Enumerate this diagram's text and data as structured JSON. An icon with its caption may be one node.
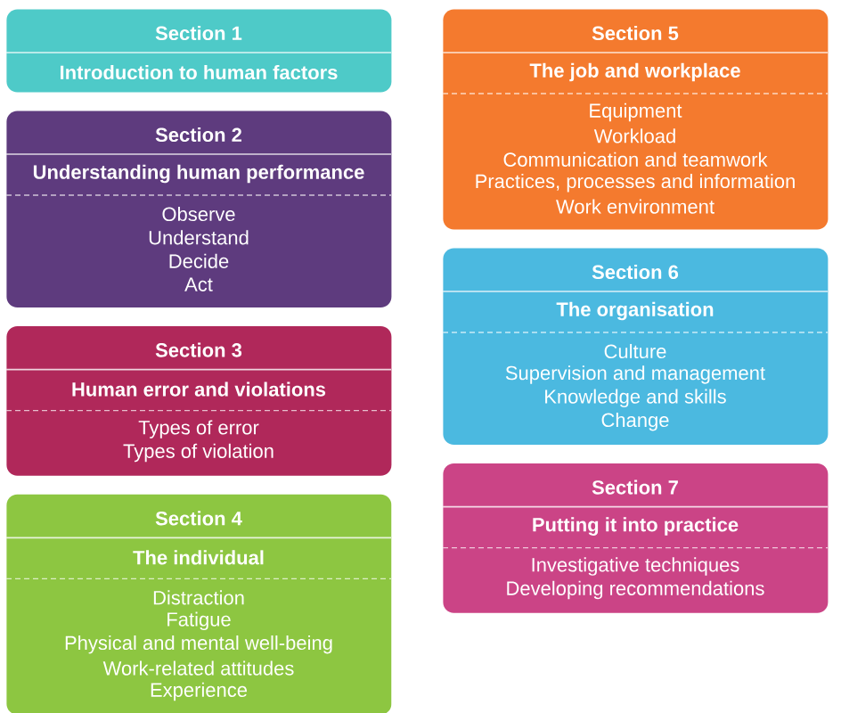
{
  "diagram": {
    "nodes": [
      {
        "text": [
          "Section 1",
          "Introduction to human factors"
        ]
      },
      {
        "text": [
          "Section 2",
          "Understanding human performance",
          "Observe",
          "Understand",
          "Decide",
          "Act"
        ]
      },
      {
        "text": [
          "Section 3",
          "Human error and violations",
          "Types of error",
          "Types of violation"
        ]
      },
      {
        "text": [
          "Section 4",
          "The individual",
          "Distraction",
          "Fatigue",
          "Physical and mental well-being",
          "Work-related attitudes",
          "Experience"
        ]
      },
      {
        "text": [
          "Section 5",
          "The job and workplace",
          "Equipment",
          "Workload",
          "Communication and teamwork",
          "Practices, processes and information",
          "Work environment"
        ]
      },
      {
        "text": [
          "Section 6",
          "The organisation",
          "Culture",
          "Supervision and management",
          "Knowledge and skills",
          "Change"
        ]
      },
      {
        "text": [
          "Section 7",
          "Putting it into practice",
          "Investigative techniques",
          "Developing recommendations"
        ]
      }
    ]
  }
}
